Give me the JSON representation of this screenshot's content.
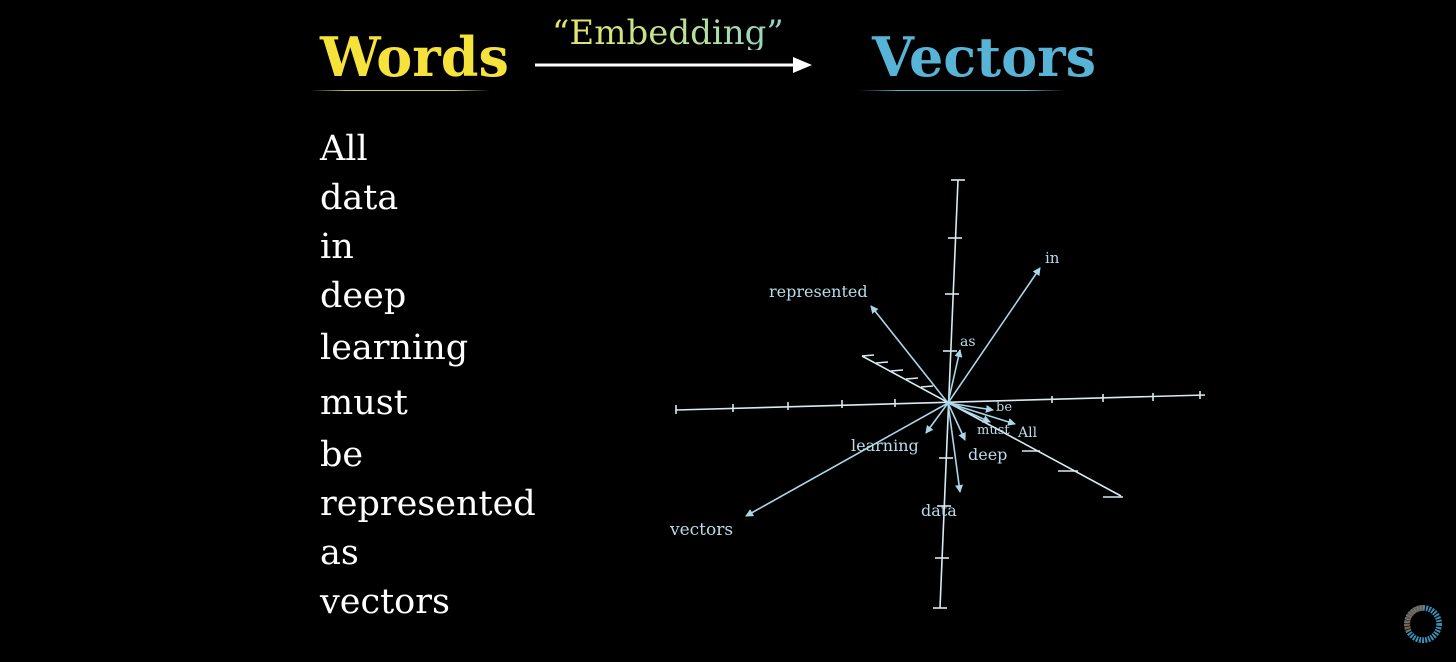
{
  "header": {
    "left_title": "Words",
    "arrow_label": "“Embedding”",
    "right_title": "Vectors"
  },
  "words": [
    "All",
    "data",
    "in",
    "deep",
    "learning",
    "must",
    "be",
    "represented",
    "as",
    "vectors"
  ],
  "vector_labels": {
    "in": "in",
    "represented": "represented",
    "as": "as",
    "be": "be",
    "must": "must",
    "All": "All",
    "learning": "learning",
    "deep": "deep",
    "data": "data",
    "vectors": "vectors"
  },
  "colors": {
    "words_title": "#f5e23a",
    "vectors_title": "#58b4d6",
    "axis": "#d6ecf3",
    "vector": "#a9d6e8",
    "label": "#b9dce9",
    "background": "#000000"
  },
  "icons": {
    "corner_logo": "3blue1brown-pi-logo-icon"
  }
}
